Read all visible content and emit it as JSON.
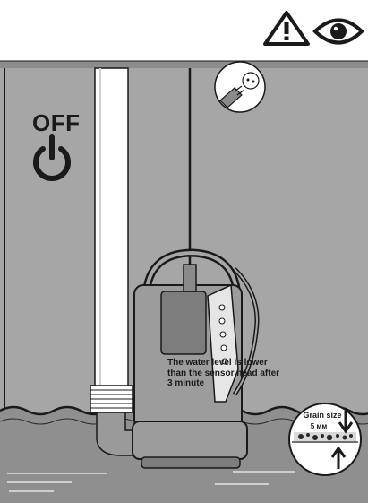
{
  "off_label": "OFF",
  "warning_lines": [
    "The water level is lower",
    "than the sensor head after",
    "3 minute"
  ],
  "grain_size": {
    "title": "Grain size",
    "value": "5 мм"
  },
  "icons": [
    "warning-triangle-icon",
    "eye-icon",
    "power-icon",
    "plug-socket-icon",
    "arrow-down-icon",
    "arrow-up-icon"
  ],
  "colors": {
    "wall": "#a6a6a6",
    "water": "#8f8f8f",
    "outline": "#1a1a1a",
    "background": "#ffffff"
  }
}
